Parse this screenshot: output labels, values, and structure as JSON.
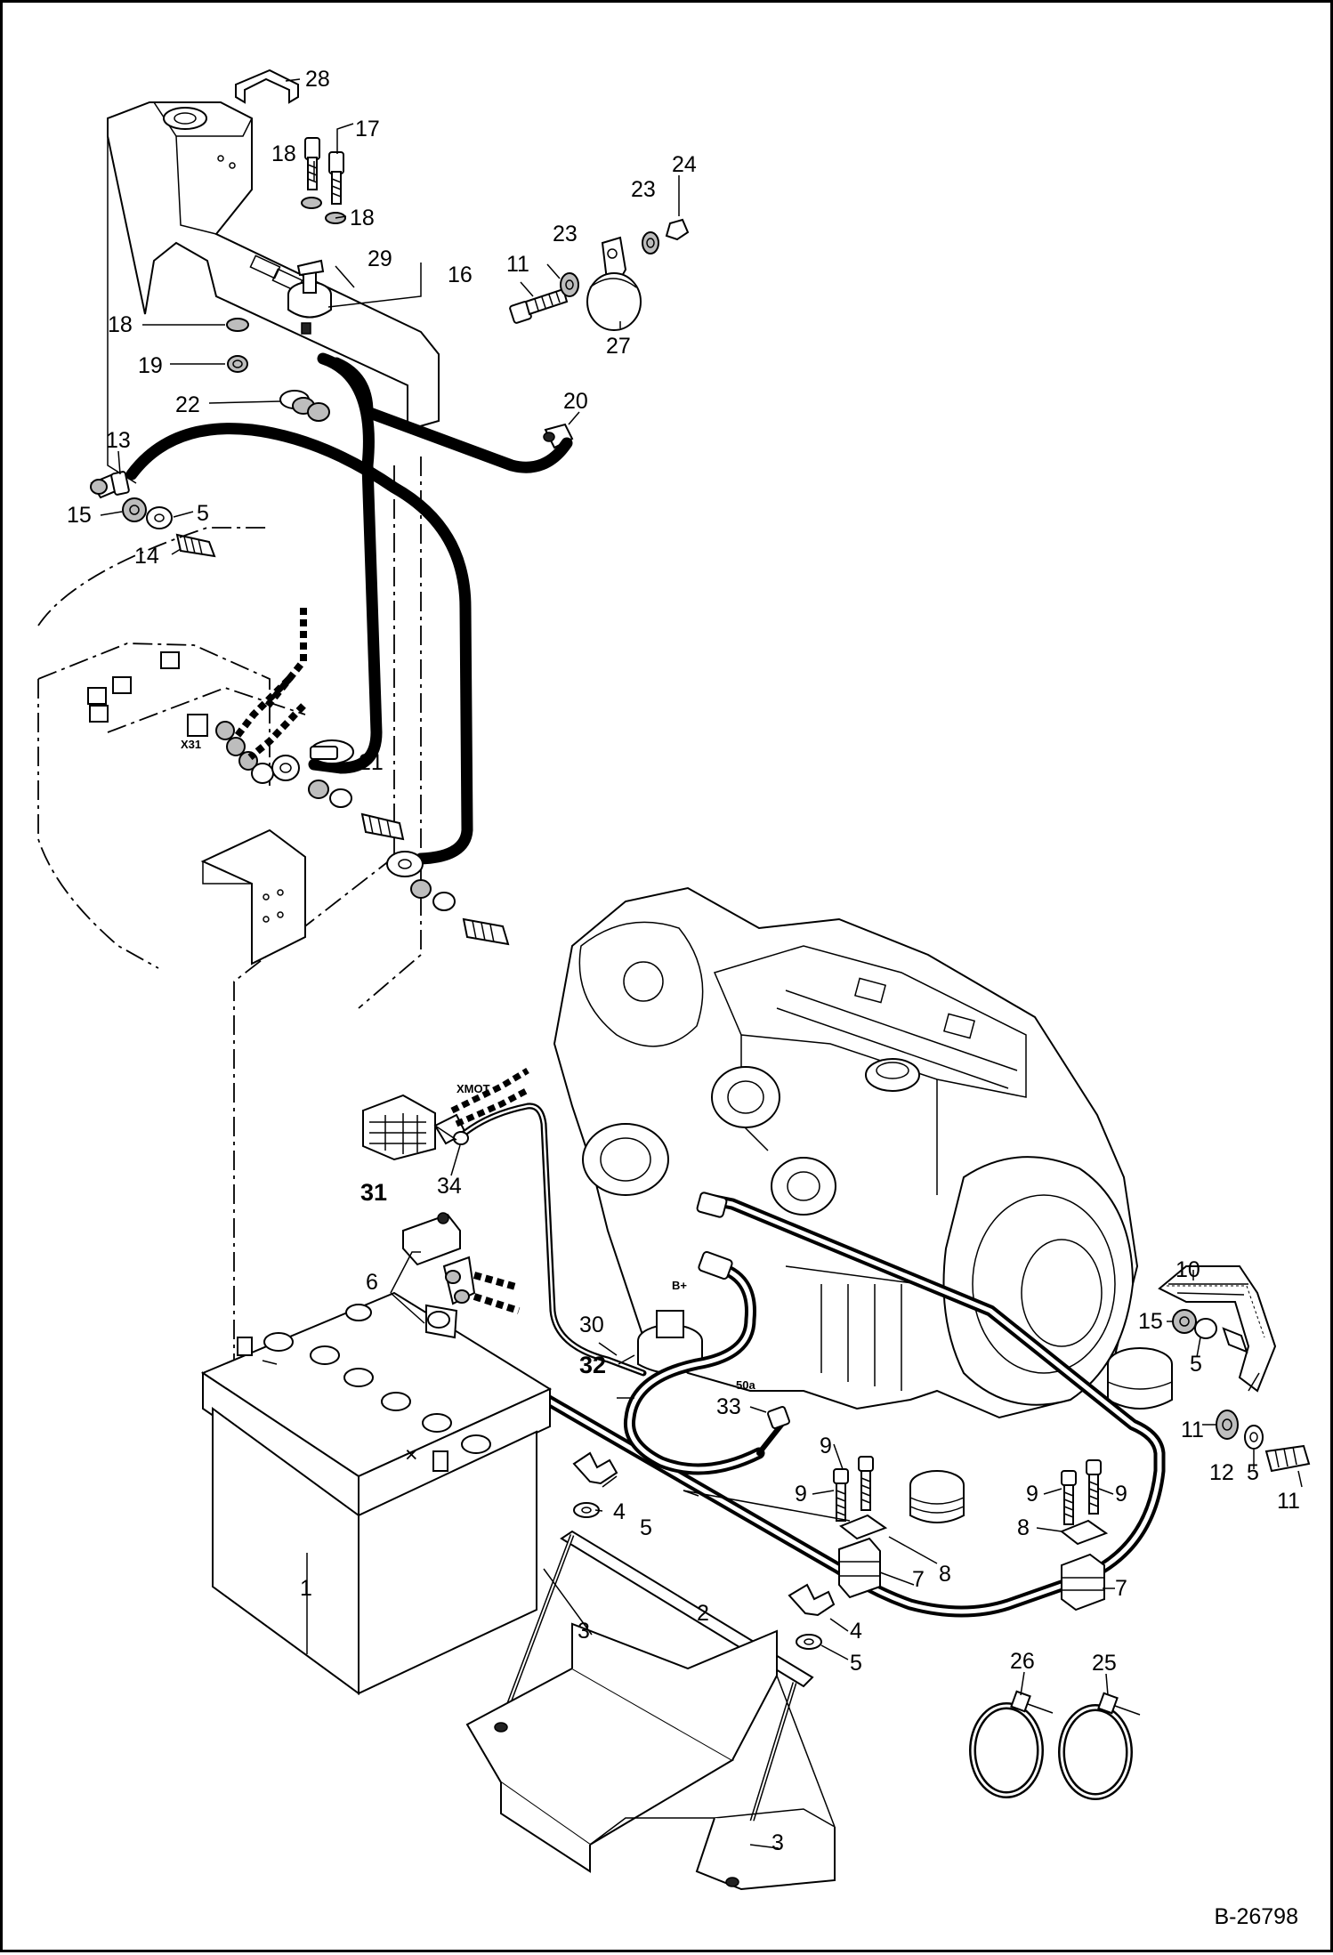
{
  "drawing_number": "B-26798",
  "callouts": [
    {
      "id": "c1",
      "text": "1"
    },
    {
      "id": "c2",
      "text": "2"
    },
    {
      "id": "c3a",
      "text": "3"
    },
    {
      "id": "c3b",
      "text": "3"
    },
    {
      "id": "c4a",
      "text": "4"
    },
    {
      "id": "c4b",
      "text": "4"
    },
    {
      "id": "c5a",
      "text": "5"
    },
    {
      "id": "c5b",
      "text": "5"
    },
    {
      "id": "c5c",
      "text": "5"
    },
    {
      "id": "c5d",
      "text": "5"
    },
    {
      "id": "c5e",
      "text": "5"
    },
    {
      "id": "c6",
      "text": "6"
    },
    {
      "id": "c7a",
      "text": "7"
    },
    {
      "id": "c7b",
      "text": "7"
    },
    {
      "id": "c8a",
      "text": "8"
    },
    {
      "id": "c8b",
      "text": "8"
    },
    {
      "id": "c9a",
      "text": "9"
    },
    {
      "id": "c9b",
      "text": "9"
    },
    {
      "id": "c9c",
      "text": "9"
    },
    {
      "id": "c9d",
      "text": "9"
    },
    {
      "id": "c10",
      "text": "10"
    },
    {
      "id": "c11a",
      "text": "11"
    },
    {
      "id": "c11b",
      "text": "11"
    },
    {
      "id": "c11c",
      "text": "11"
    },
    {
      "id": "c12",
      "text": "12"
    },
    {
      "id": "c13",
      "text": "13"
    },
    {
      "id": "c14",
      "text": "14"
    },
    {
      "id": "c15a",
      "text": "15"
    },
    {
      "id": "c15b",
      "text": "15"
    },
    {
      "id": "c16",
      "text": "16"
    },
    {
      "id": "c17",
      "text": "17"
    },
    {
      "id": "c18a",
      "text": "18"
    },
    {
      "id": "c18b",
      "text": "18"
    },
    {
      "id": "c18c",
      "text": "18"
    },
    {
      "id": "c19",
      "text": "19"
    },
    {
      "id": "c20",
      "text": "20"
    },
    {
      "id": "c21",
      "text": "21"
    },
    {
      "id": "c22",
      "text": "22"
    },
    {
      "id": "c23a",
      "text": "23"
    },
    {
      "id": "c23b",
      "text": "23"
    },
    {
      "id": "c24",
      "text": "24"
    },
    {
      "id": "c25",
      "text": "25"
    },
    {
      "id": "c26",
      "text": "26"
    },
    {
      "id": "c27",
      "text": "27"
    },
    {
      "id": "c28",
      "text": "28"
    },
    {
      "id": "c29",
      "text": "29"
    },
    {
      "id": "c30",
      "text": "30"
    },
    {
      "id": "c31",
      "text": "31"
    },
    {
      "id": "c32",
      "text": "32"
    },
    {
      "id": "c33",
      "text": "33"
    },
    {
      "id": "c34",
      "text": "34"
    }
  ],
  "component_labels": {
    "x31": "X31",
    "xmot": "XMOT",
    "b_plus": "B+",
    "term_50a": "50a"
  }
}
